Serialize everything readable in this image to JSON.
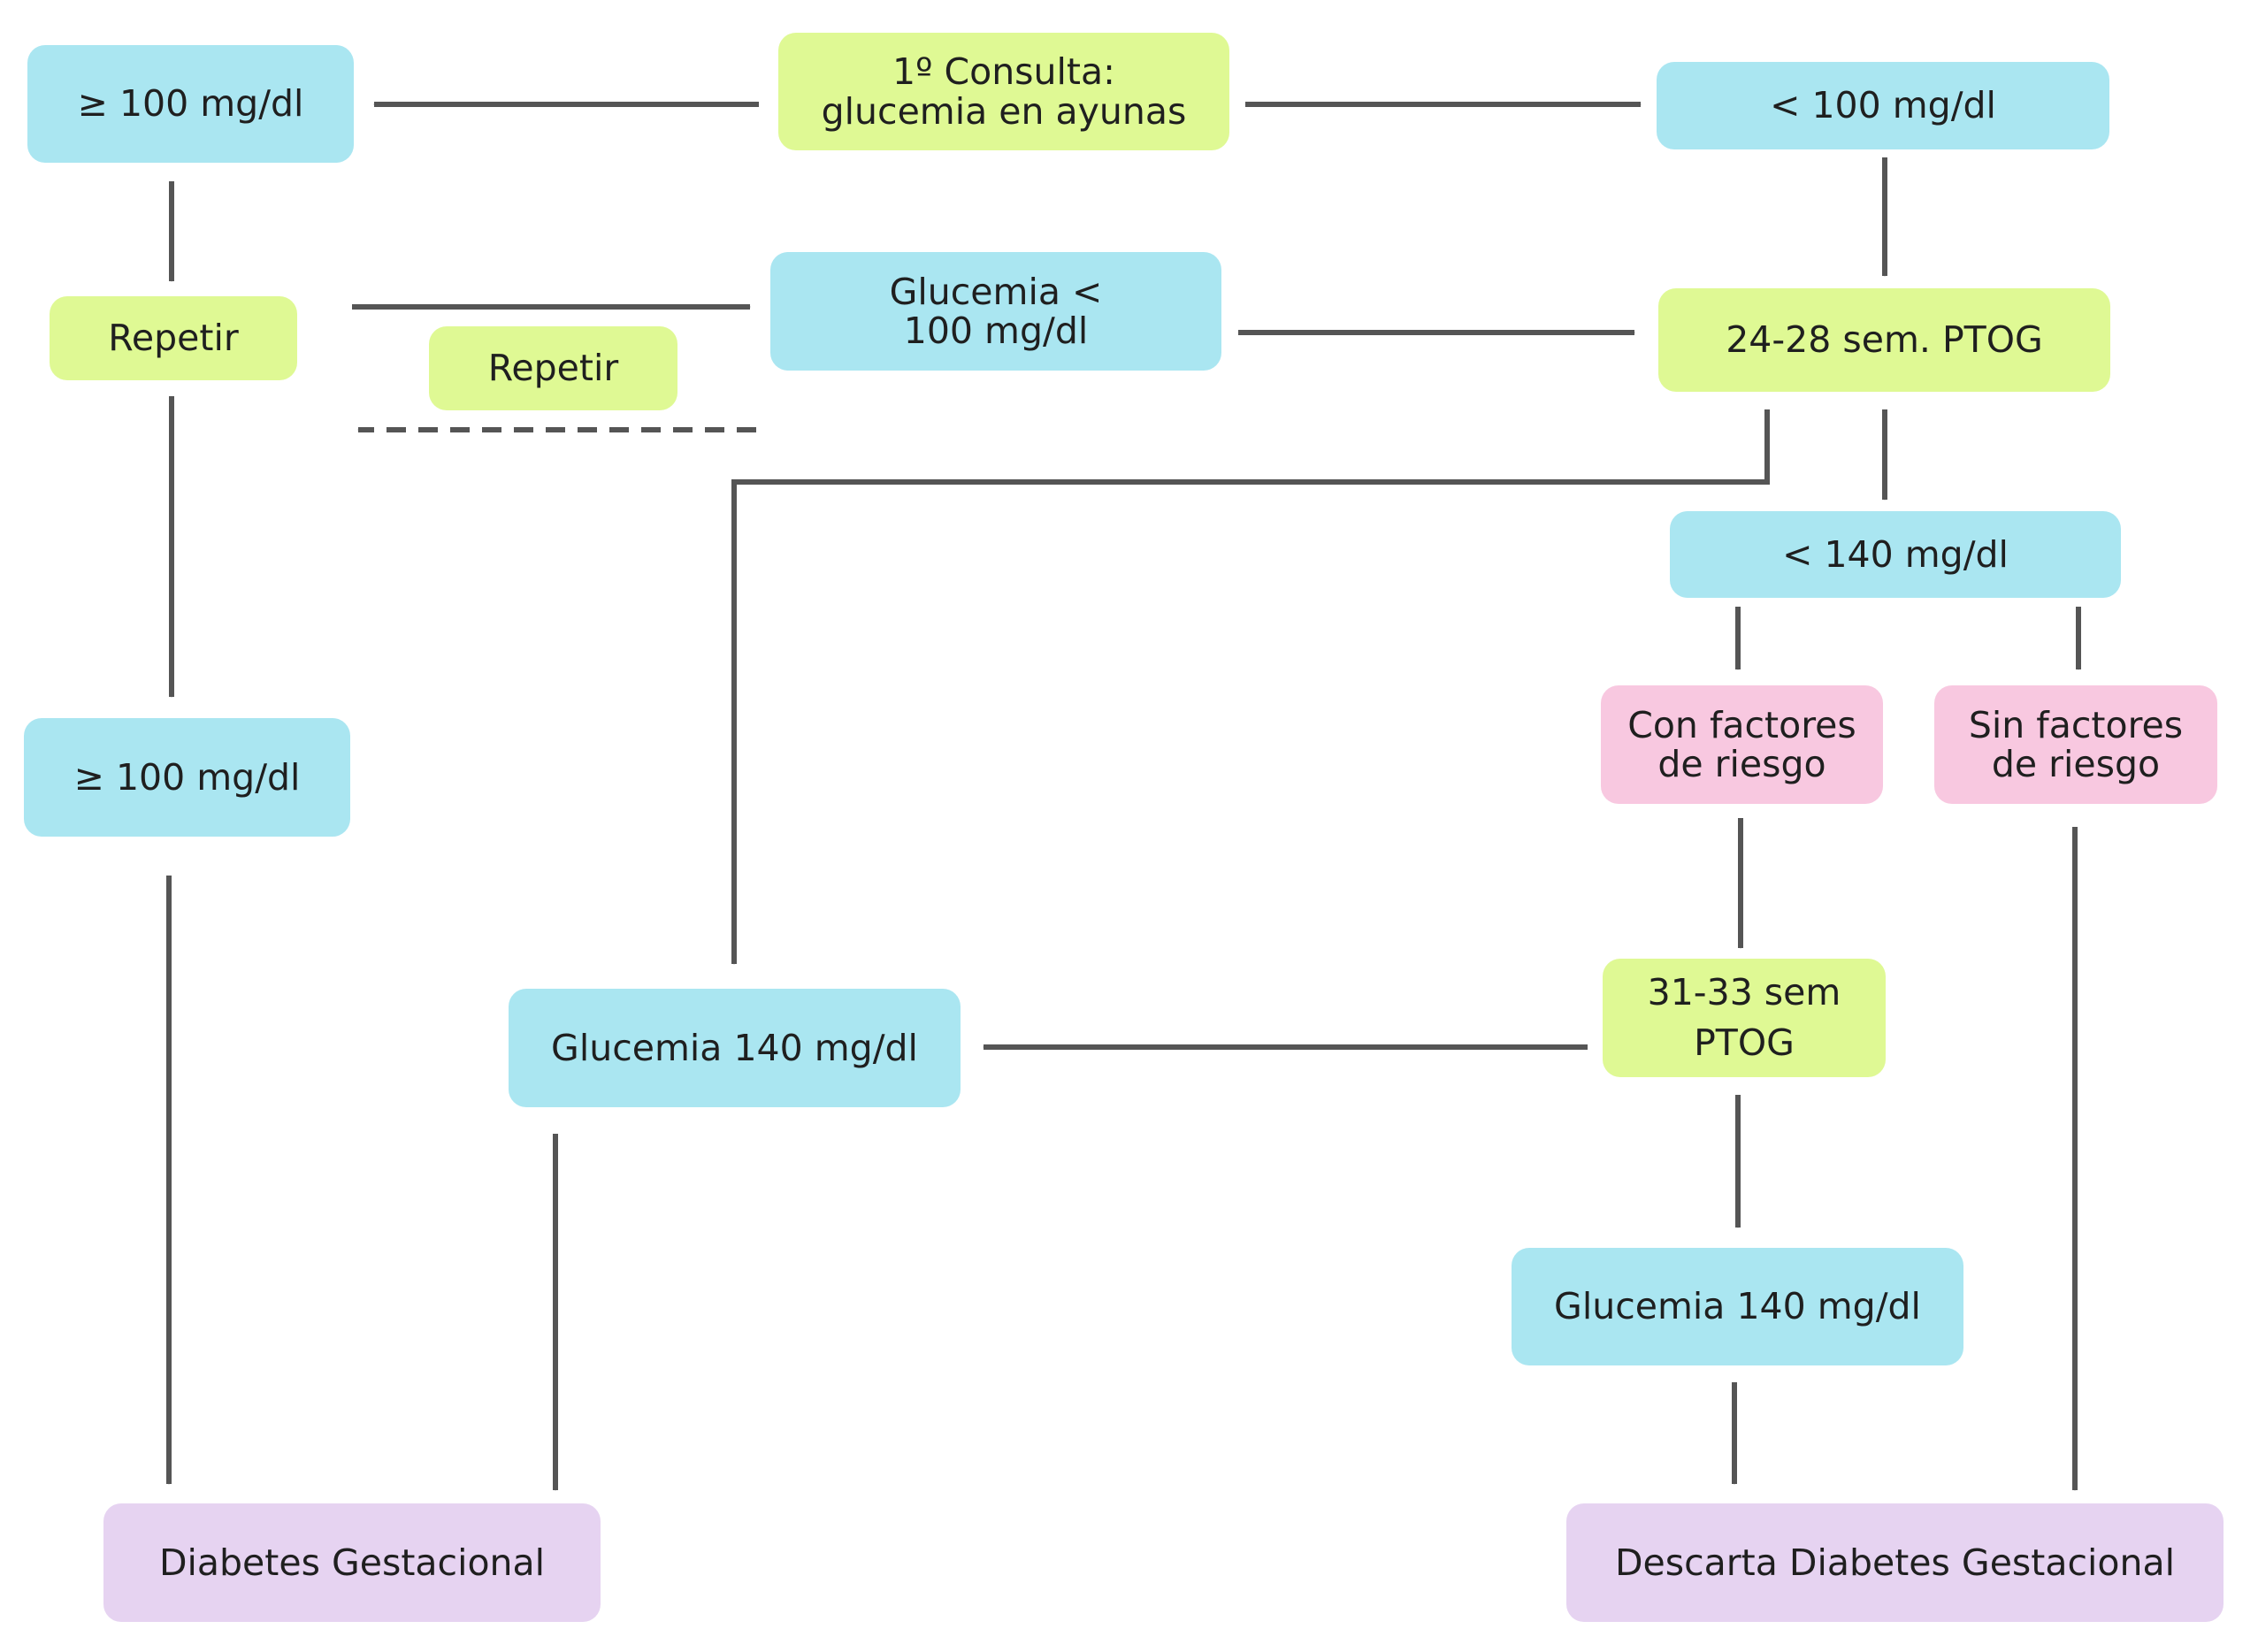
{
  "diagram": {
    "colors": {
      "blue": "#aae6f1",
      "green": "#dff994",
      "pink": "#f8c8e0",
      "purple": "#e6d3f1",
      "arrow": "#555555"
    },
    "nodes": {
      "first_consult": "1º Consulta:\nglucemia en ayunas",
      "ge100_top": "≥ 100 mg/dl",
      "lt100_top": "< 100 mg/dl",
      "repetir_left": "Repetir",
      "glucemia_lt100": "Glucemia <\n100 mg/dl",
      "repetir_mid": "Repetir",
      "ptog_24_28": "24-28 sem. PTOG",
      "lt140": "< 140 mg/dl",
      "con_factores": "Con factores\nde riesgo",
      "sin_factores": "Sin factores\nde riesgo",
      "ge100_mid": "≥ 100 mg/dl",
      "glucemia140_mid": "Glucemia 140 mg/dl",
      "ptog_31_33": "31-33 sem\nPTOG",
      "glucemia140_right": "Glucemia 140 mg/dl",
      "diabetes_gestacional": "Diabetes Gestacional",
      "descarta_diabetes": "Descarta Diabetes Gestacional"
    }
  }
}
